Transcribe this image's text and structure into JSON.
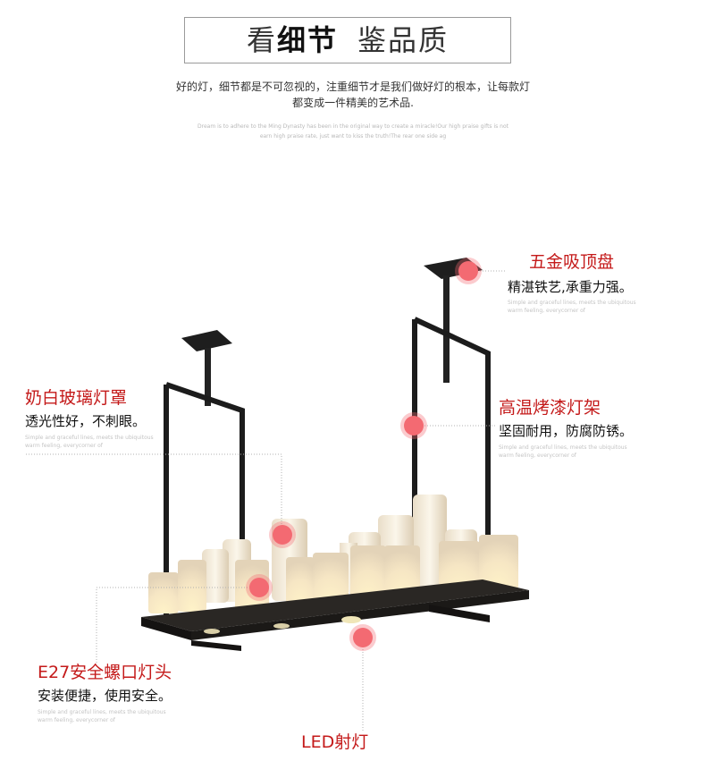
{
  "header": {
    "title_part1": "看",
    "title_part2": "细节",
    "title_part3": "鉴品质"
  },
  "intro": {
    "line1": "好的灯，细节都是不可忽视的，注重细节才是我们做好灯的根本，让每款灯",
    "line2": "都变成一件精美的艺术品.",
    "en_line1": "Dream is to adhere to the Ming Dynasty has been in the original way to create a miracle!Our high praise gifts is not",
    "en_line2": "earn high praise rate, just want to kiss the truth!The rear one side ag"
  },
  "callouts": {
    "ceiling_plate": {
      "title": "五金吸顶盘",
      "desc": "精湛铁艺,承重力强。",
      "tiny1": "Simple and graceful lines, meets the ubiquitous",
      "tiny2": "warm feeling, everycorner of"
    },
    "glass_shade": {
      "title": "奶白玻璃灯罩",
      "desc": "透光性好，不刺眼。",
      "tiny1": "Simple and graceful lines, meets the ubiquitous",
      "tiny2": "warm feeling, everycorner of"
    },
    "paint_frame": {
      "title": "高温烤漆灯架",
      "desc": "坚固耐用，防腐防锈。",
      "tiny1": "Simple and graceful lines, meets the ubiquitous",
      "tiny2": "warm feeling, everycorner of"
    },
    "e27_socket": {
      "title": "E27安全螺口灯头",
      "desc": "安装便捷，使用安全。",
      "tiny1": "Simple and graceful lines, meets the ubiquitous",
      "tiny2": "warm feeling, everycorner of"
    },
    "led_spot": {
      "title": "LED射灯"
    }
  },
  "colors": {
    "accent_red": "#c41a1a",
    "dot_pink": "#f36a72",
    "frame_black": "#1c1c1c"
  }
}
